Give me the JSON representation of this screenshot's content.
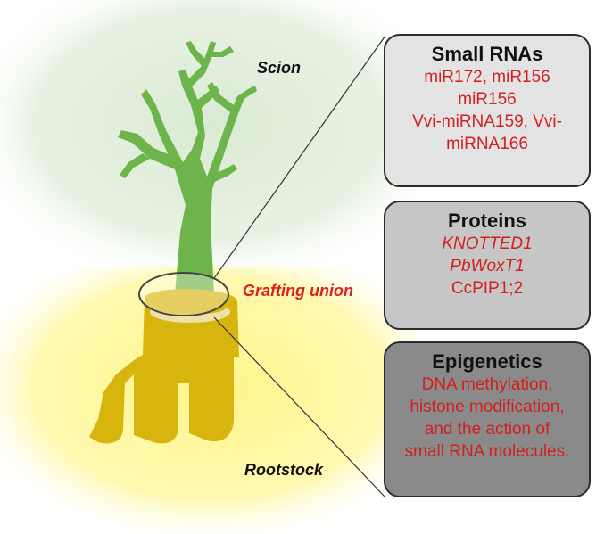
{
  "labels": {
    "scion": "Scion",
    "grafting_union": "Grafting union",
    "rootstock": "Rootstock"
  },
  "panels": {
    "small_rnas": {
      "title": "Small RNAs",
      "lines": [
        "miR172, miR156",
        "miR156",
        "Vvi-miRNA159, Vvi-",
        "miRNA166"
      ]
    },
    "proteins": {
      "title": "Proteins",
      "lines": [
        "KNOTTED1",
        "PbWoxT1",
        "CcPIP1;2"
      ]
    },
    "epigenetics": {
      "title": "Epigenetics",
      "lines": [
        "DNA methylation,",
        "histone modification,",
        "and the action of",
        "small RNA molecules."
      ]
    }
  },
  "colors": {
    "scion_glow": "#d9ead3",
    "rootstock_glow": "#fff58a",
    "scion_plant": "#6db44b",
    "rootstock_plant": "#d8b50e",
    "highlight_text": "#d41f1f"
  }
}
